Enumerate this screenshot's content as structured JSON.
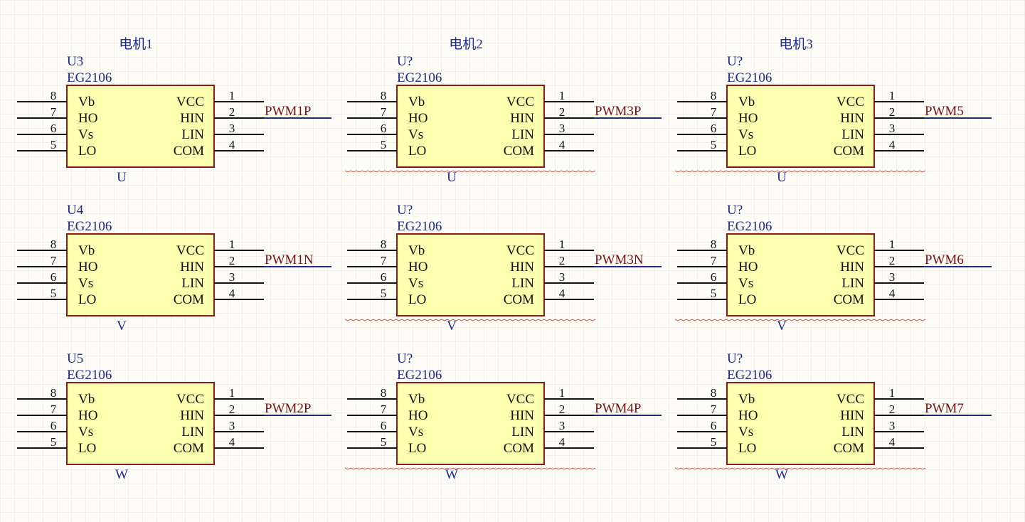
{
  "colors": {
    "background": "#fdfcf6",
    "grid": "#e6e4d9",
    "body_fill": "#ffffb0",
    "body_stroke": "#8b1a1a",
    "designator": "#1b2a8c",
    "net_label": "#7a1010",
    "wire": "#1b2a8c",
    "pin_line": "#111111",
    "squiggle": "#d45a4a"
  },
  "pin_numbers_left": [
    "8",
    "7",
    "6",
    "5"
  ],
  "pin_names_left": [
    "Vb",
    "HO",
    "Vs",
    "LO"
  ],
  "pin_names_right": [
    "VCC",
    "HIN",
    "LIN",
    "COM"
  ],
  "pin_numbers_right": [
    "1",
    "2",
    "3",
    "4"
  ],
  "columns": [
    {
      "title": "电机1",
      "parts": [
        {
          "designator": "U3",
          "part": "EG2106",
          "net": "PWM1P",
          "phase": "U",
          "warn": false
        },
        {
          "designator": "U4",
          "part": "EG2106",
          "net": "PWM1N",
          "phase": "V",
          "warn": false
        },
        {
          "designator": "U5",
          "part": "EG2106",
          "net": "PWM2P",
          "phase": "W",
          "warn": false
        }
      ]
    },
    {
      "title": "电机2",
      "parts": [
        {
          "designator": "U?",
          "part": "EG2106",
          "net": "PWM3P",
          "phase": "U",
          "warn": true
        },
        {
          "designator": "U?",
          "part": "EG2106",
          "net": "PWM3N",
          "phase": "V",
          "warn": true
        },
        {
          "designator": "U?",
          "part": "EG2106",
          "net": "PWM4P",
          "phase": "W",
          "warn": true
        }
      ]
    },
    {
      "title": "电机3",
      "parts": [
        {
          "designator": "U?",
          "part": "EG2106",
          "net": "PWM5",
          "phase": "U",
          "warn": true
        },
        {
          "designator": "U?",
          "part": "EG2106",
          "net": "PWM6",
          "phase": "V",
          "warn": true
        },
        {
          "designator": "U?",
          "part": "EG2106",
          "net": "PWM7",
          "phase": "W",
          "warn": true
        }
      ]
    }
  ]
}
